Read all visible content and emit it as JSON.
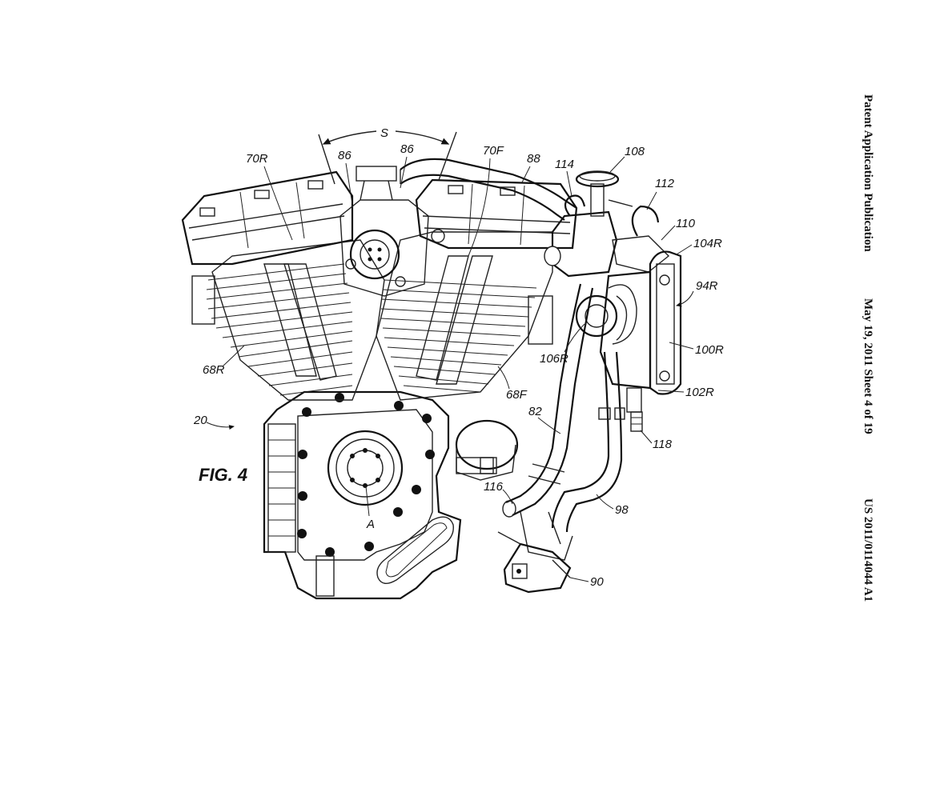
{
  "header": {
    "publication": "Patent Application Publication",
    "date_sheet": "May 19, 2011  Sheet 4 of 19",
    "number": "US 2011/0114044 A1"
  },
  "figure": {
    "title": "FIG. 4"
  },
  "labels": {
    "s": "S",
    "l86a": "86",
    "l86b": "86",
    "l70r": "70R",
    "l70f": "70F",
    "l88": "88",
    "l114": "114",
    "l108": "108",
    "l112": "112",
    "l110": "110",
    "l104r": "104R",
    "l94r": "94R",
    "l106r": "106R",
    "l100r": "100R",
    "l102r": "102R",
    "l68r": "68R",
    "l68f": "68F",
    "l20": "20",
    "l82": "82",
    "l118": "118",
    "l116": "116",
    "l98": "98",
    "la": "A",
    "l90": "90"
  }
}
